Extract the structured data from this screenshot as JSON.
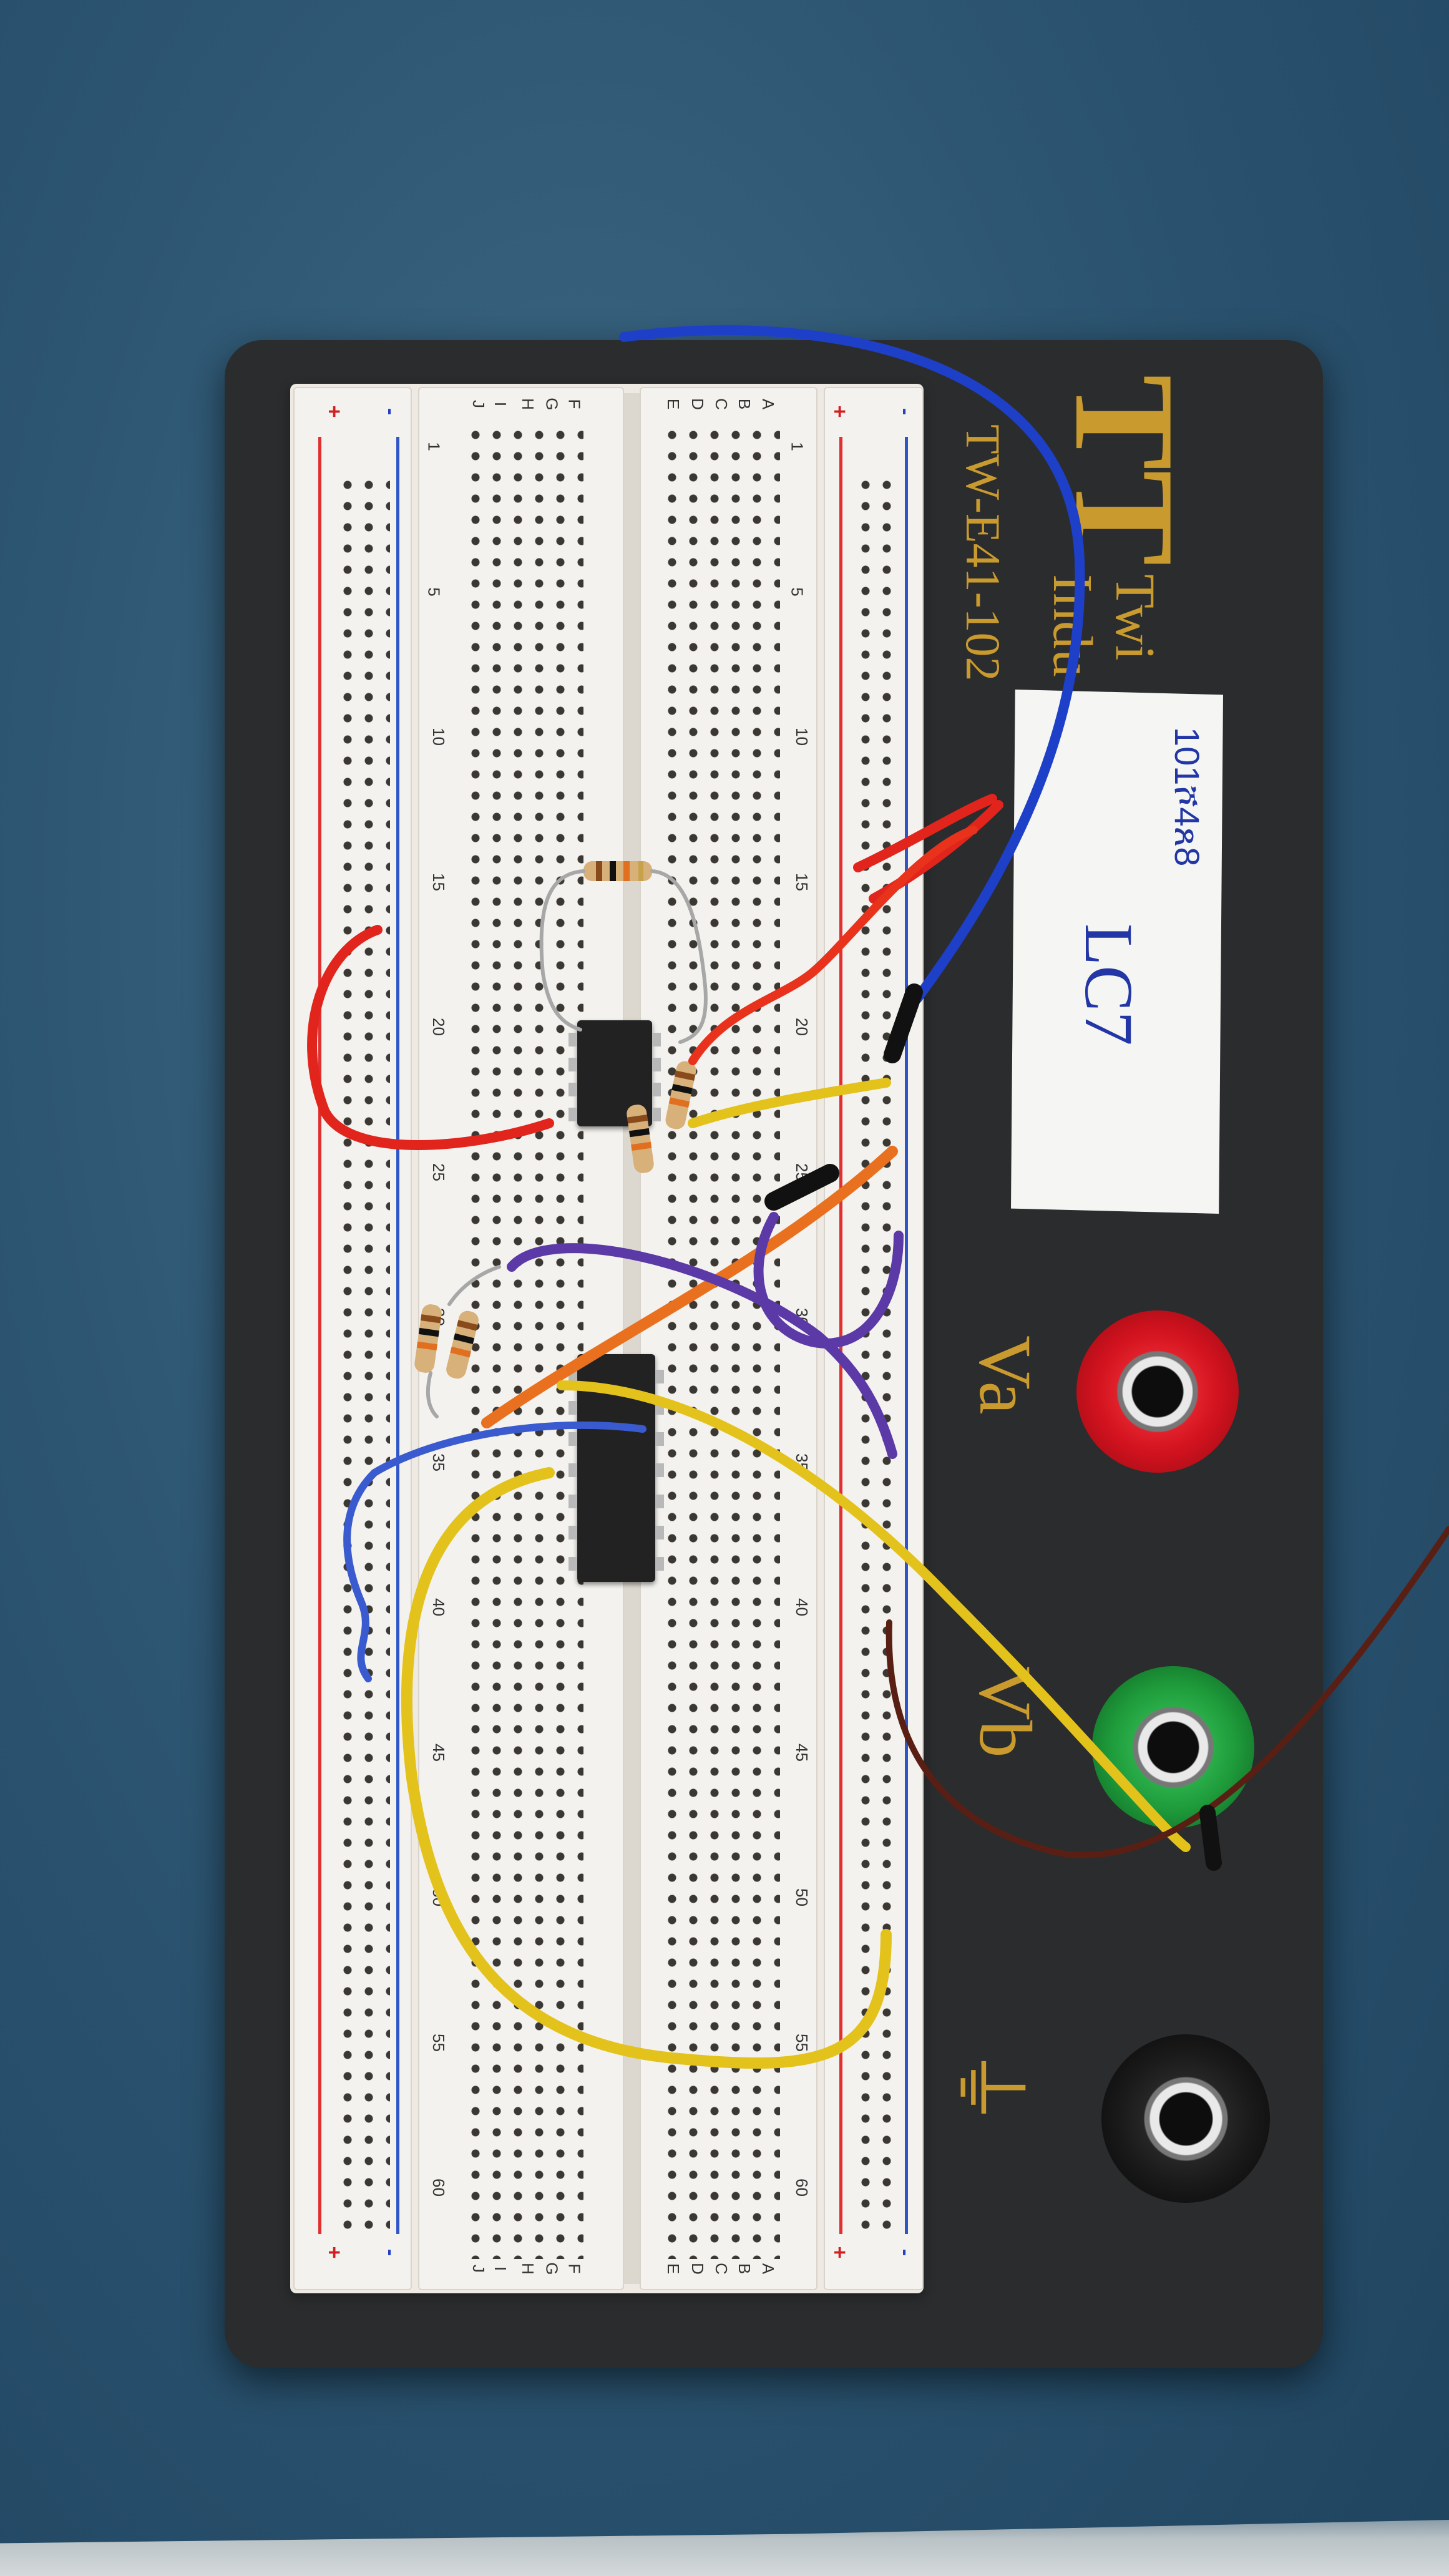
{
  "plate": {
    "brand": "Twi",
    "brand_line2": "Indu",
    "logo_letters": "TT",
    "model": "TW-E41-102",
    "post_labels": {
      "va": "Va",
      "vb": "Vb",
      "ground": "⏚"
    }
  },
  "tape_label": {
    "line1": "101ሾ4ጸ8",
    "line2": "LC7"
  },
  "breadboard": {
    "row_numbers": [
      "1",
      "5",
      "10",
      "15",
      "20",
      "25",
      "30",
      "35",
      "40",
      "45",
      "50",
      "55",
      "60"
    ],
    "columns_left": [
      "F",
      "G",
      "H",
      "I",
      "J"
    ],
    "columns_right": [
      "E",
      "D",
      "C",
      "B",
      "A"
    ],
    "rail_plus": "+",
    "rail_minus": "-"
  },
  "colors": {
    "plate": "#2b2c2e",
    "brand_gold": "#c99a2e",
    "post_va": "#d0121e",
    "post_vb": "#1e9a3a",
    "post_ground": "#1a1a1a",
    "wire_blue": "#1e40c8",
    "wire_red": "#e1241c",
    "wire_yellow": "#e4c21c",
    "wire_orange": "#e8701e",
    "wire_purple": "#5b3aa8",
    "wire_brown": "#5a1f14"
  }
}
